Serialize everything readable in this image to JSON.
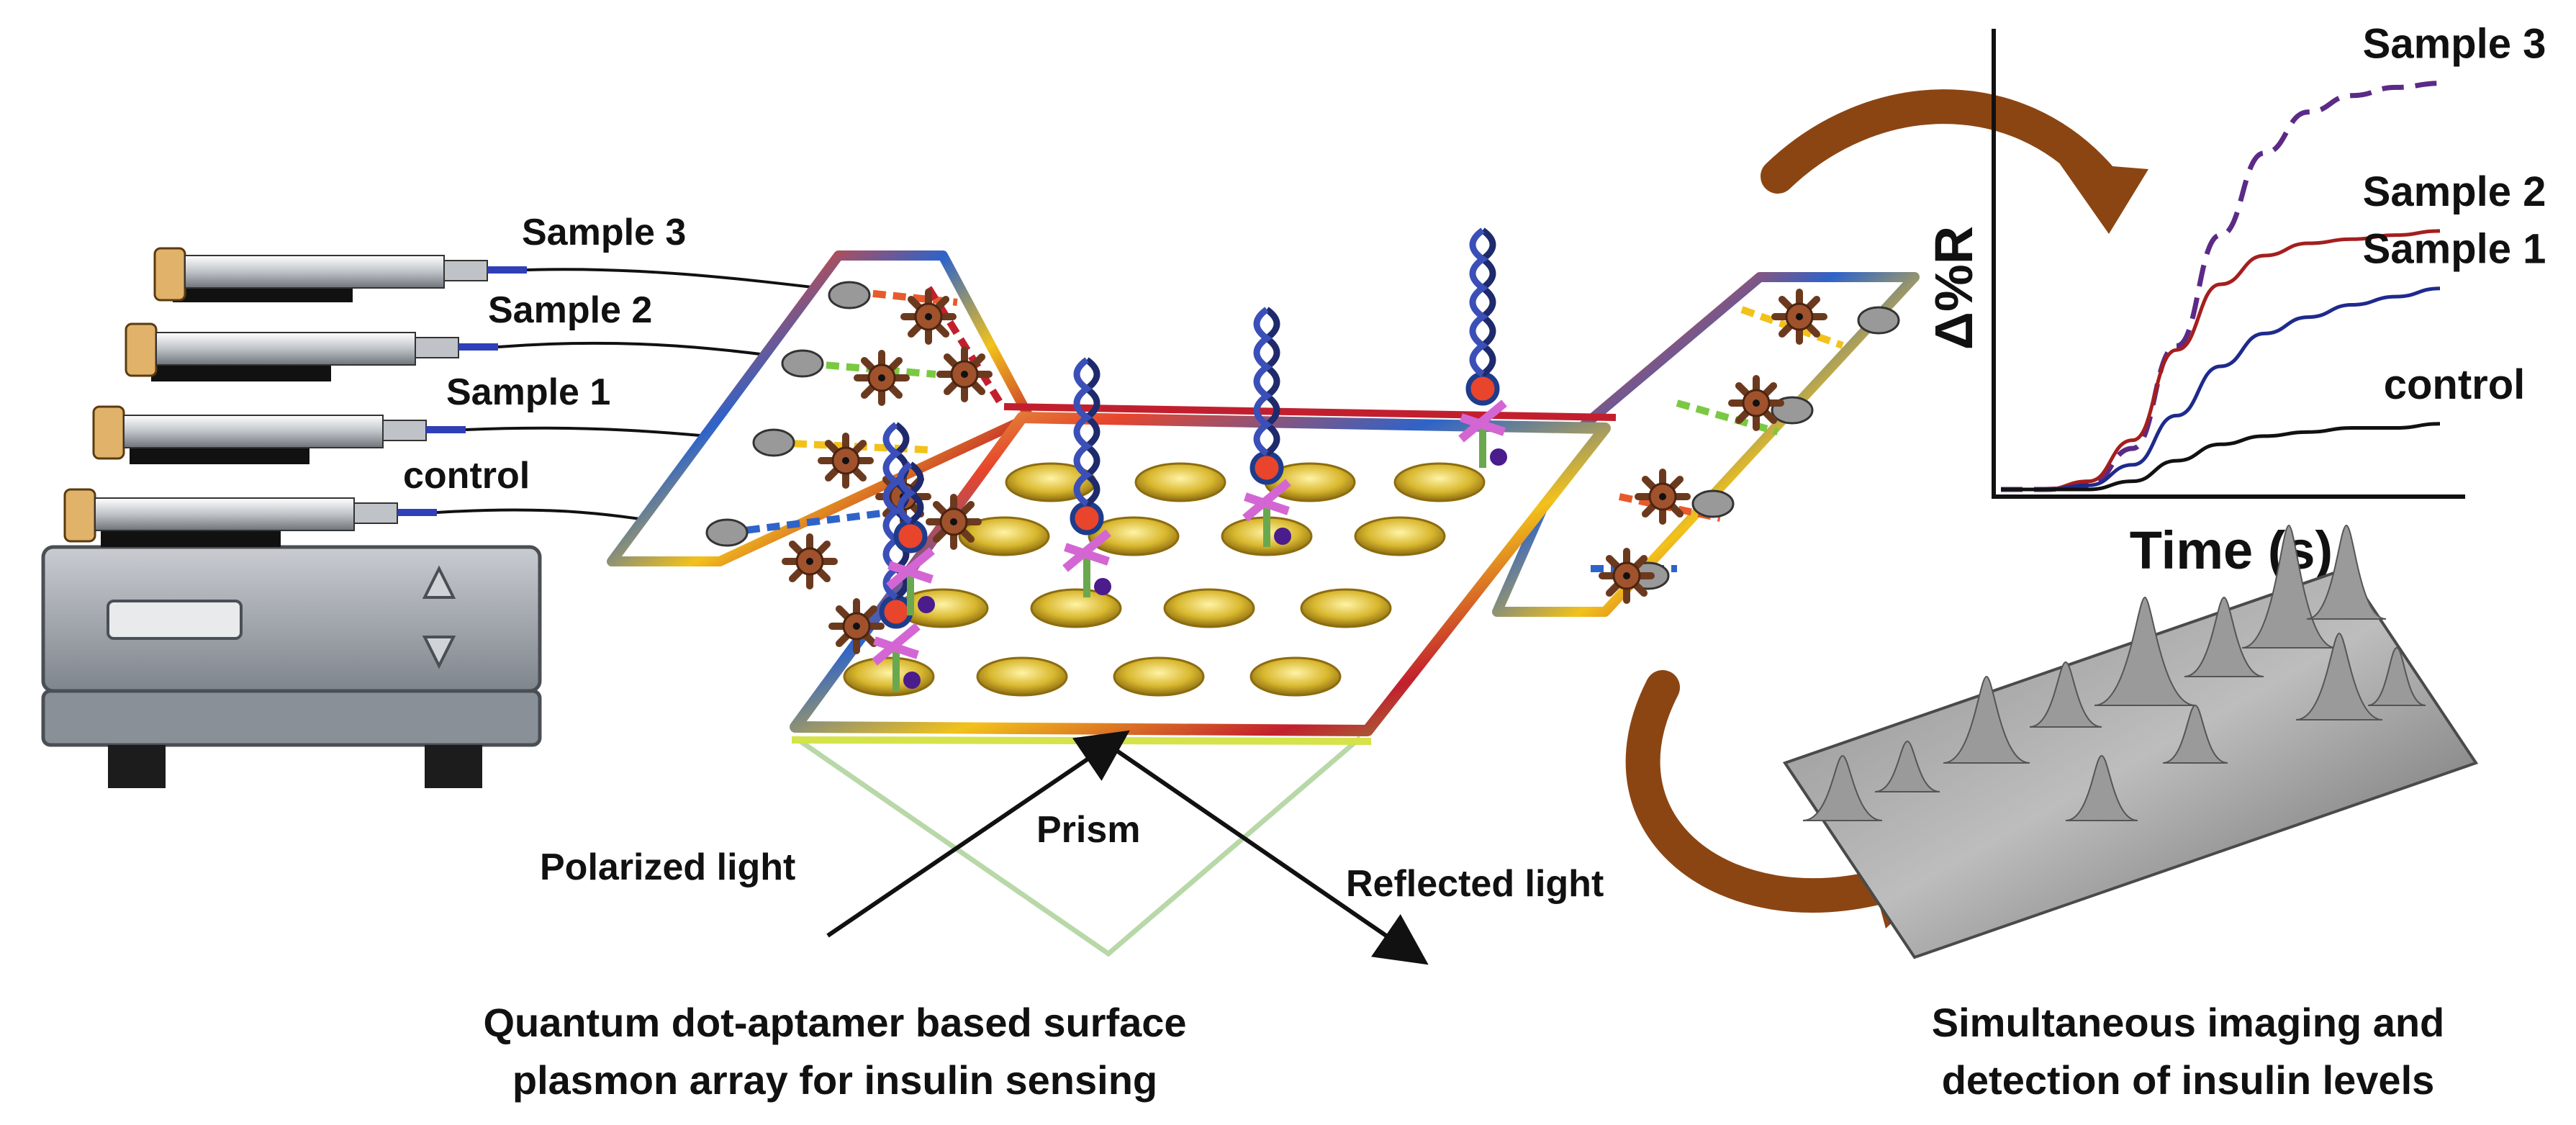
{
  "samples": {
    "s3": "Sample 3",
    "s2": "Sample 2",
    "s1": "Sample 1",
    "control": "control"
  },
  "optics": {
    "prism": "Prism",
    "polarized": "Polarized light",
    "reflected": "Reflected light"
  },
  "captions": {
    "left_line1": "Quantum dot-aptamer based surface",
    "left_line2": "plasmon array for insulin sensing",
    "right_line1": "Simultaneous imaging and",
    "right_line2": "detection of insulin levels"
  },
  "chart_data": {
    "type": "line",
    "xlabel": "Time (s)",
    "ylabel": "Δ%R",
    "series": [
      {
        "name": "Sample 3",
        "color": "#5b2a86",
        "dashed": true,
        "values": [
          0,
          0,
          0.01,
          0.1,
          0.35,
          0.62,
          0.82,
          0.92,
          0.96,
          0.98,
          0.99
        ]
      },
      {
        "name": "Sample 2",
        "color": "#a51e1e",
        "dashed": false,
        "values": [
          0,
          0,
          0.02,
          0.12,
          0.34,
          0.5,
          0.57,
          0.6,
          0.61,
          0.62,
          0.63
        ]
      },
      {
        "name": "Sample 1",
        "color": "#1e2a8c",
        "dashed": false,
        "values": [
          0,
          0,
          0.01,
          0.06,
          0.18,
          0.3,
          0.38,
          0.42,
          0.45,
          0.47,
          0.49
        ]
      },
      {
        "name": "control",
        "color": "#111111",
        "dashed": false,
        "values": [
          0,
          0,
          0,
          0.02,
          0.07,
          0.11,
          0.13,
          0.14,
          0.15,
          0.15,
          0.16
        ]
      }
    ]
  },
  "colors": {
    "arrow": "#8b4513",
    "gold": "#d9b82f",
    "device": "#9aa0a8"
  }
}
